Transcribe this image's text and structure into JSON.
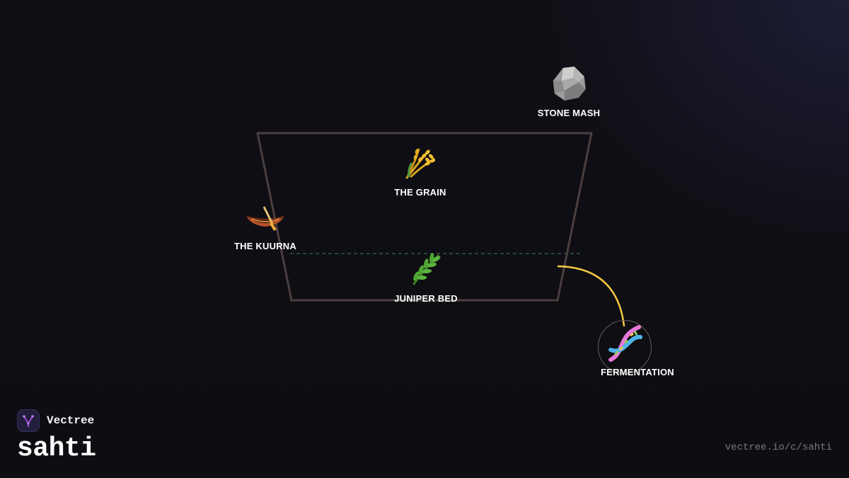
{
  "brand": {
    "name": "Vectree",
    "logo_icon": "tree-logo-icon",
    "accent": "#9b4dd4"
  },
  "page": {
    "title": "sahti",
    "url": "vectree.io/c/sahti"
  },
  "diagram": {
    "nodes": [
      {
        "id": "stone-mash",
        "label": "STONE MASH",
        "icon": "rock-icon"
      },
      {
        "id": "grain",
        "label": "THE GRAIN",
        "icon": "wheat-sheaf-icon"
      },
      {
        "id": "kuurna",
        "label": "THE KUURNA",
        "icon": "canoe-icon"
      },
      {
        "id": "juniper-bed",
        "label": "JUNIPER BED",
        "icon": "juniper-branch-icon"
      },
      {
        "id": "fermentation",
        "label": "FERMENTATION",
        "icon": "dna-icon"
      }
    ],
    "colors": {
      "trough_outline": "#4a3f3f",
      "divider": "#2e5a40",
      "connector": "#f5c842",
      "ring": "#6a5a5a",
      "label": "#ffffff"
    }
  }
}
